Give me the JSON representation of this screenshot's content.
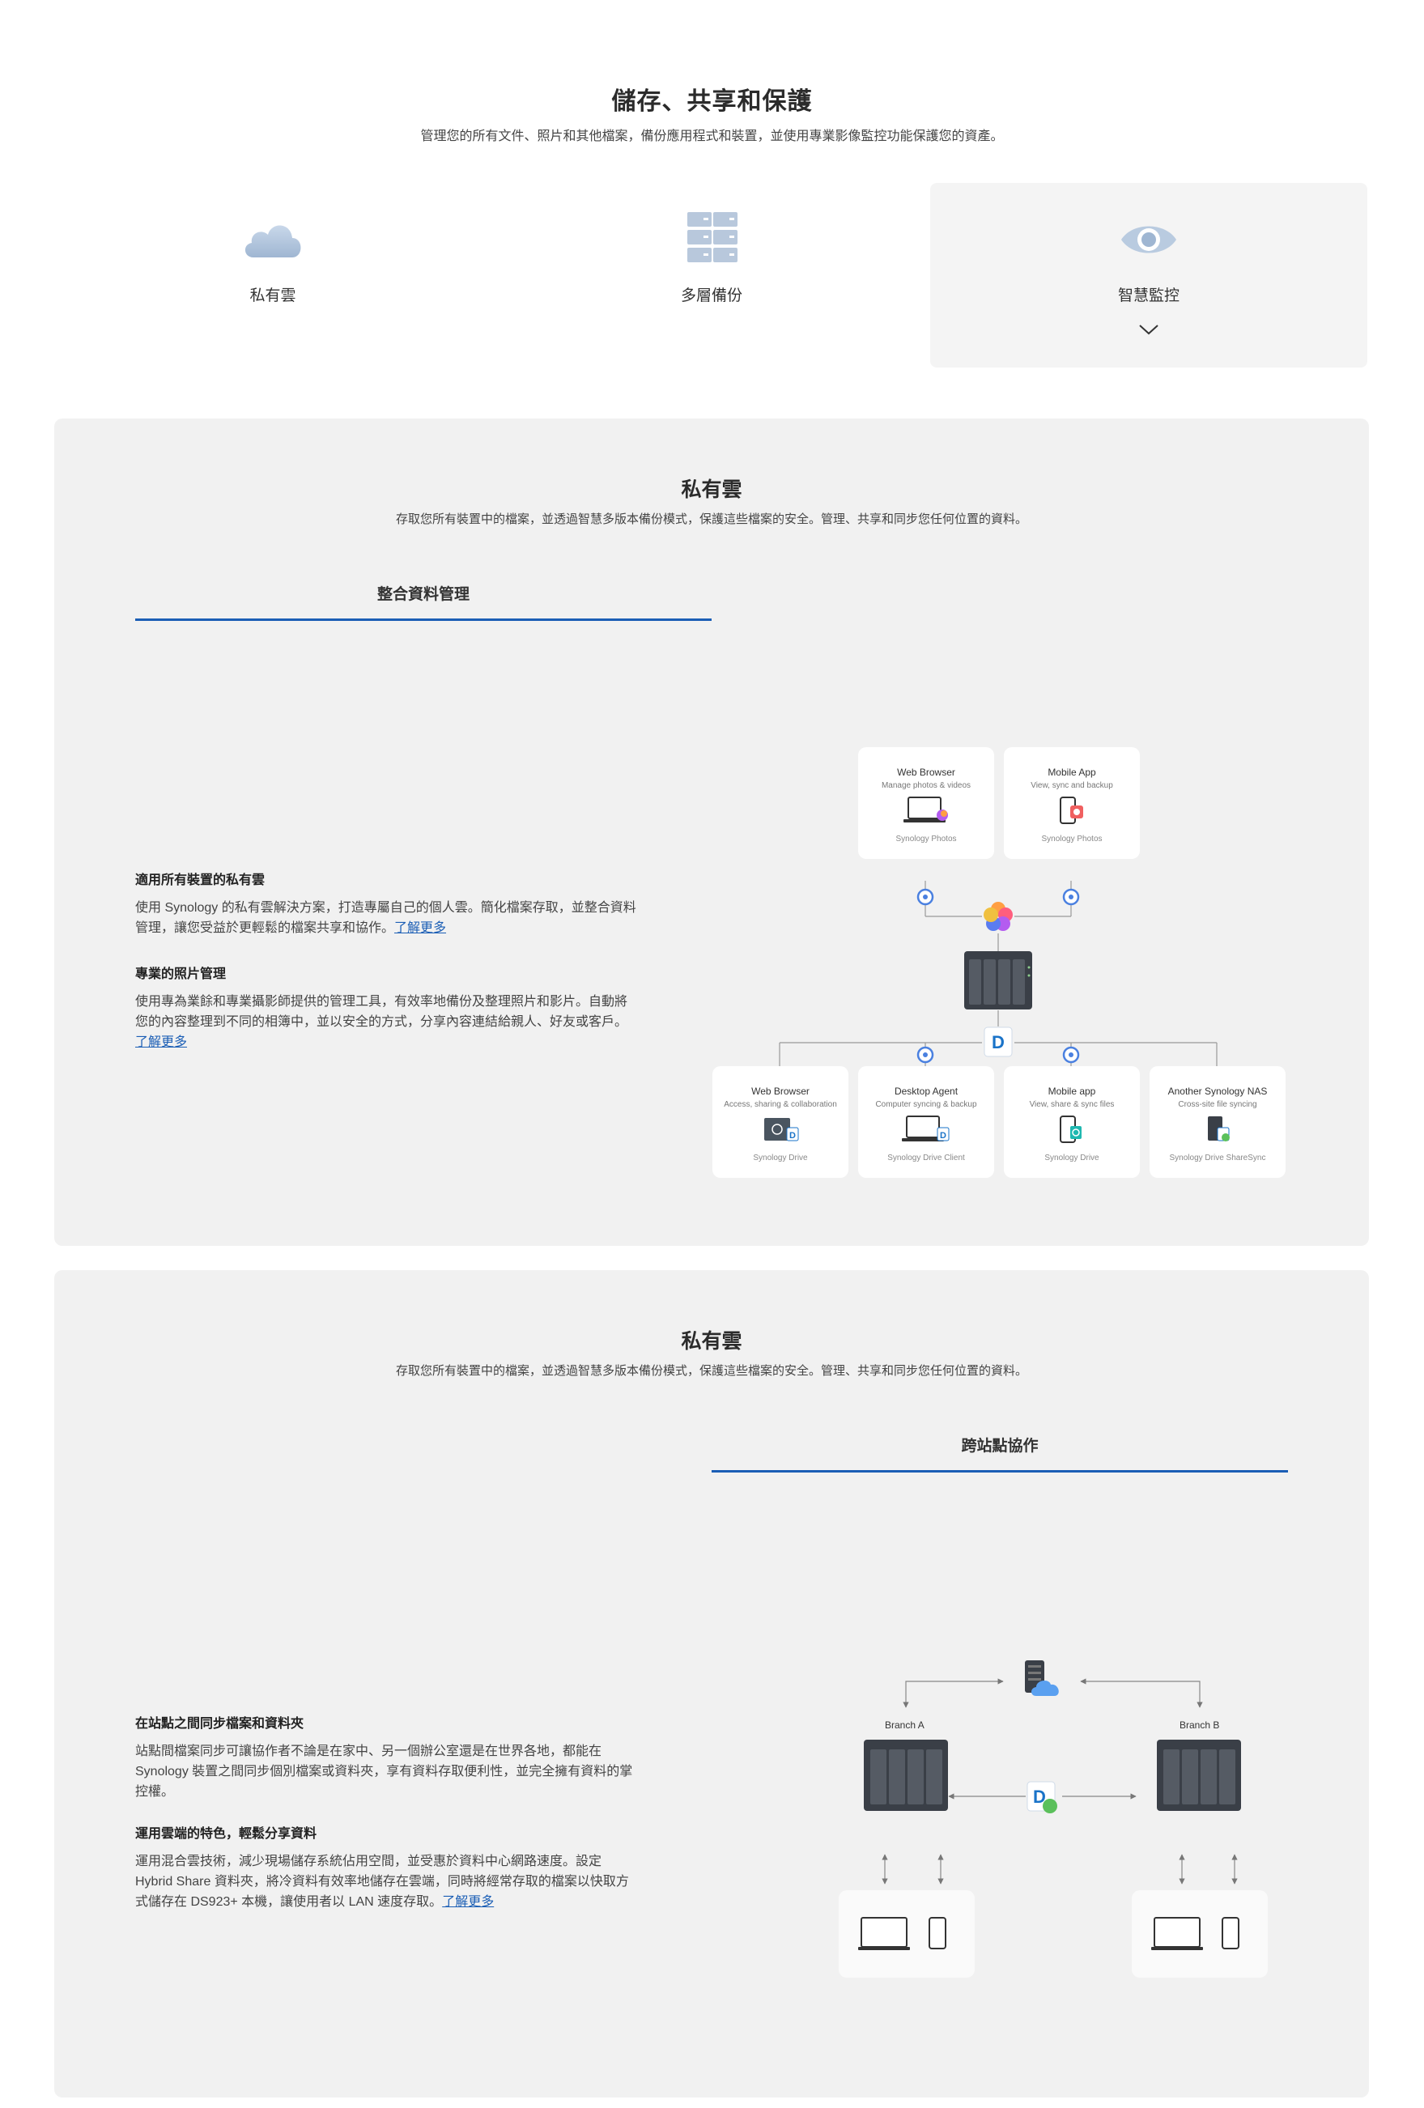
{
  "hero": {
    "title": "儲存、共享和保護",
    "subtitle": "管理您的所有文件、照片和其他檔案，備份應用程式和裝置，並使用專業影像監控功能保護您的資產。"
  },
  "tabs": [
    {
      "label": "私有雲",
      "icon": "cloud-icon",
      "active": false
    },
    {
      "label": "多層備份",
      "icon": "server-rack-icon",
      "active": false
    },
    {
      "label": "智慧監控",
      "icon": "eye-icon",
      "active": true
    }
  ],
  "panel1": {
    "title": "私有雲",
    "subtitle": "存取您所有裝置中的檔案，並透過智慧多版本備份模式，保護這些檔案的安全。管理、共享和同步您任何位置的資料。",
    "subtab": "整合資料管理",
    "features": [
      {
        "heading": "適用所有裝置的私有雲",
        "text": "使用 Synology 的私有雲解決方案，打造專屬自己的個人雲。簡化檔案存取，並整合資料管理，讓您受益於更輕鬆的檔案共享和協作。",
        "link": "了解更多"
      },
      {
        "heading": "專業的照片管理",
        "text": "使用專為業餘和專業攝影師提供的管理工具，有效率地備份及整理照片和影片。自動將您的內容整理到不同的相簿中，並以安全的方式，分享內容連結給親人、好友或客戶。",
        "link": "了解更多"
      }
    ],
    "diagram": {
      "top_cards": [
        {
          "title": "Web Browser",
          "desc": "Manage photos & videos",
          "foot": "Synology Photos"
        },
        {
          "title": "Mobile App",
          "desc": "View, sync and backup",
          "foot": "Synology Photos"
        }
      ],
      "bottom_cards": [
        {
          "title": "Web Browser",
          "desc": "Access, sharing & collaboration",
          "foot": "Synology Drive"
        },
        {
          "title": "Desktop Agent",
          "desc": "Computer syncing & backup",
          "foot": "Synology Drive Client"
        },
        {
          "title": "Mobile app",
          "desc": "View, share & sync files",
          "foot": "Synology Drive"
        },
        {
          "title": "Another Synology NAS",
          "desc": "Cross-site file syncing",
          "foot": "Synology Drive ShareSync"
        }
      ]
    }
  },
  "panel2": {
    "title": "私有雲",
    "subtitle": "存取您所有裝置中的檔案，並透過智慧多版本備份模式，保護這些檔案的安全。管理、共享和同步您任何位置的資料。",
    "subtab": "跨站點協作",
    "features": [
      {
        "heading": "在站點之間同步檔案和資料夾",
        "text": "站點間檔案同步可讓協作者不論是在家中、另一個辦公室還是在世界各地，都能在 Synology 裝置之間同步個別檔案或資料夾，享有資料存取便利性，並完全擁有資料的掌控權。",
        "link": ""
      },
      {
        "heading": "運用雲端的特色，輕鬆分享資料",
        "text": "運用混合雲技術，減少現場儲存系統佔用空間，並受惠於資料中心網路速度。設定 Hybrid Share 資料夾，將冷資料有效率地儲存在雲端，同時將經常存取的檔案以快取方式儲存在 DS923+ 本機，讓使用者以 LAN 速度存取。",
        "link": "了解更多"
      }
    ],
    "diagram": {
      "branch_a": "Branch A",
      "branch_b": "Branch B"
    }
  }
}
